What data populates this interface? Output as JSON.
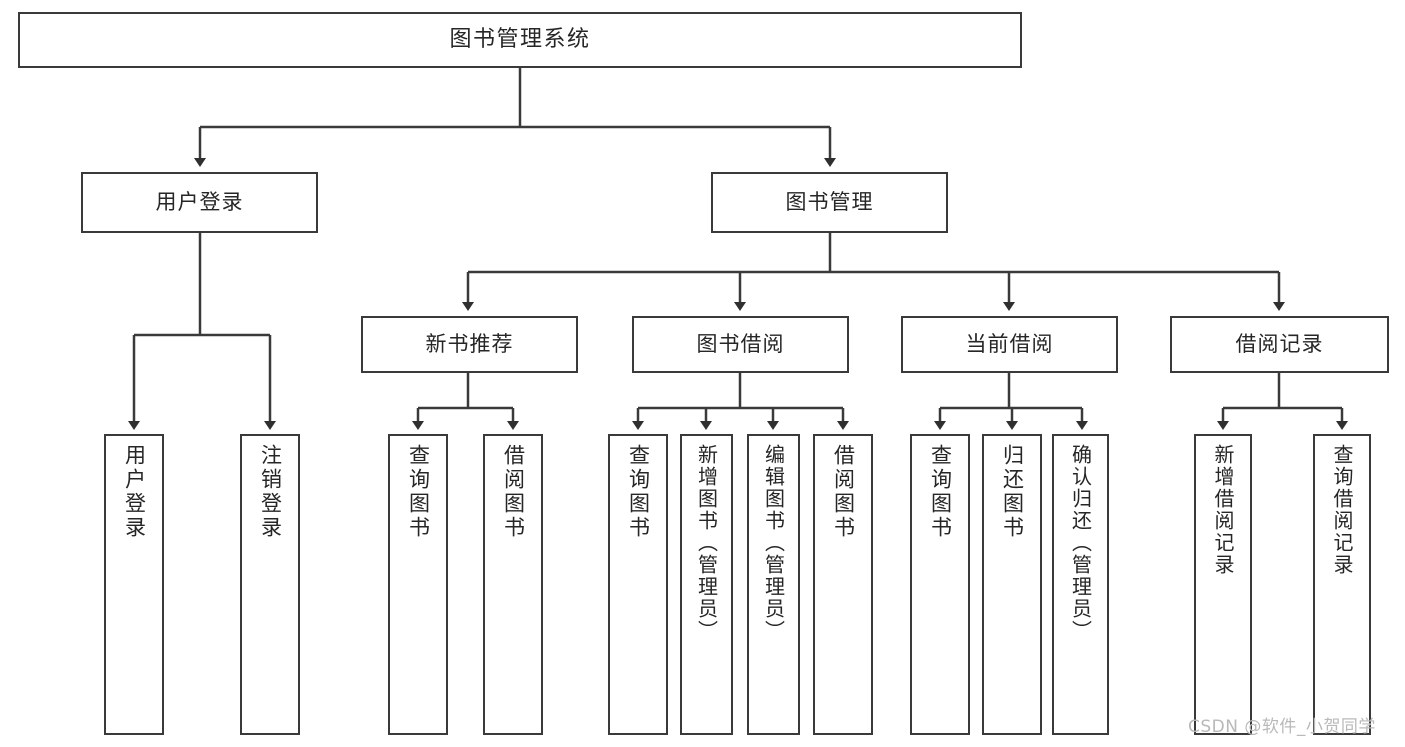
{
  "diagram": {
    "title": "图书管理系统",
    "type": "tree",
    "colors": {
      "background": "#ffffff",
      "box_border": "#3a3a3a",
      "box_fill": "#ffffff",
      "connector": "#3a3a3a",
      "text": "#262626",
      "watermark": "#b9b9b9"
    },
    "root": {
      "label": "图书管理系统"
    },
    "level2": [
      {
        "label": "用户登录"
      },
      {
        "label": "图书管理"
      }
    ],
    "level3": [
      {
        "label": "新书推荐"
      },
      {
        "label": "图书借阅"
      },
      {
        "label": "当前借阅"
      },
      {
        "label": "借阅记录"
      }
    ],
    "leaves": {
      "user_login": [
        {
          "label": "用户登录"
        },
        {
          "label": "注销登录"
        }
      ],
      "new_book_recommend": [
        {
          "label": "查询图书"
        },
        {
          "label": "借阅图书"
        }
      ],
      "book_borrow": [
        {
          "label": "查询图书"
        },
        {
          "label": "新增图书（管理员）"
        },
        {
          "label": "编辑图书（管理员）"
        },
        {
          "label": "借阅图书"
        }
      ],
      "current_borrow": [
        {
          "label": "查询图书"
        },
        {
          "label": "归还图书"
        },
        {
          "label": "确认归还（管理员）"
        }
      ],
      "borrow_record": [
        {
          "label": "新增借阅记录"
        },
        {
          "label": "查询借阅记录"
        }
      ]
    }
  },
  "watermark": {
    "text": "CSDN @软件_小贺同学"
  }
}
